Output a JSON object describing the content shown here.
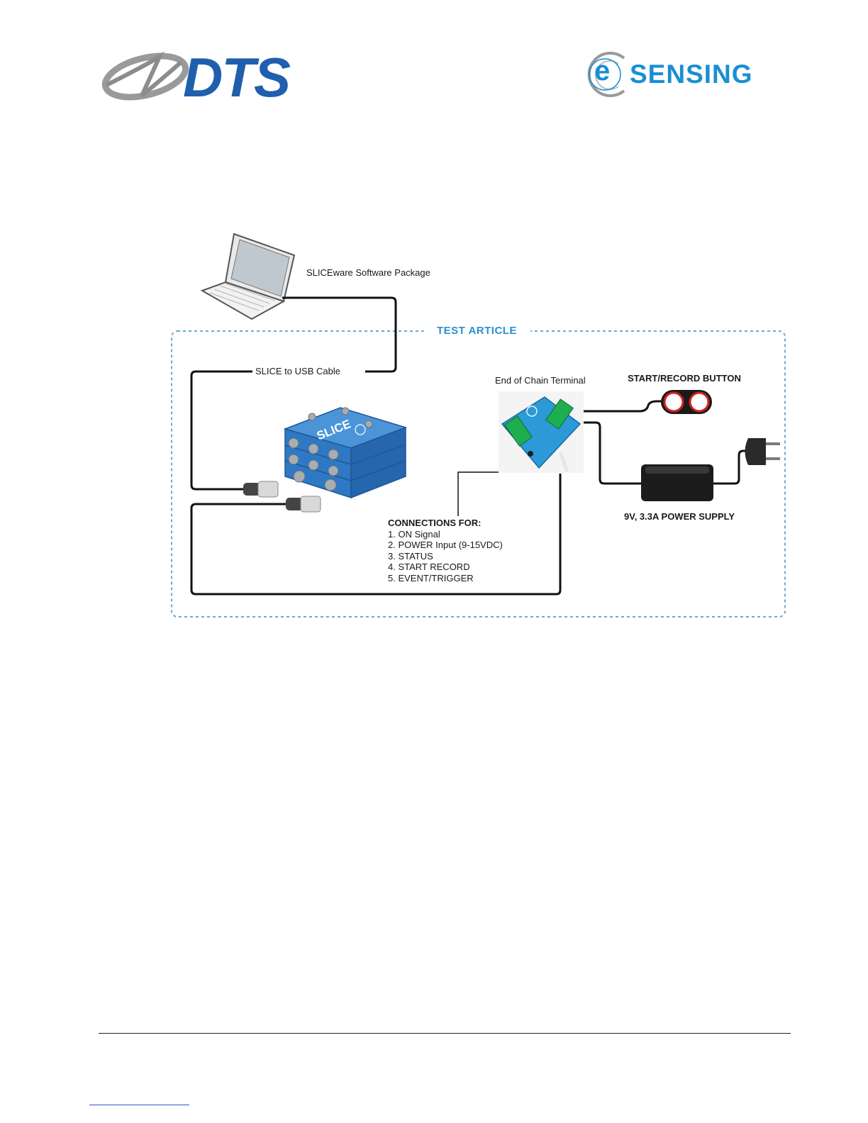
{
  "header": {
    "left_logo_text": "DTS",
    "right_logo_letter": "e",
    "right_logo_text": "SENSING"
  },
  "colors": {
    "dts_blue": "#1f5fad",
    "sensing_blue": "#1a8fd1",
    "frame_dash": "#6fa8cf",
    "test_article": "#2a8fd0",
    "cable": "#111111",
    "slice_blue": "#2f78c4",
    "eoc_blue": "#2b9ad6"
  },
  "diagram": {
    "software_label": "SLICEware Software Package",
    "test_article_label": "TEST ARTICLE",
    "usb_cable_label": "SLICE to USB Cable",
    "eoc_label": "End of Chain Terminal",
    "button_label": "START/RECORD BUTTON",
    "power_supply_label": "9V, 3.3A POWER SUPPLY",
    "device_name": "SLICE",
    "connections": {
      "title": "CONNECTIONS FOR:",
      "items": [
        "1. ON Signal",
        "2. POWER Input (9-15VDC)",
        "3. STATUS",
        "4. START RECORD",
        "5. EVENT/TRIGGER"
      ]
    }
  }
}
